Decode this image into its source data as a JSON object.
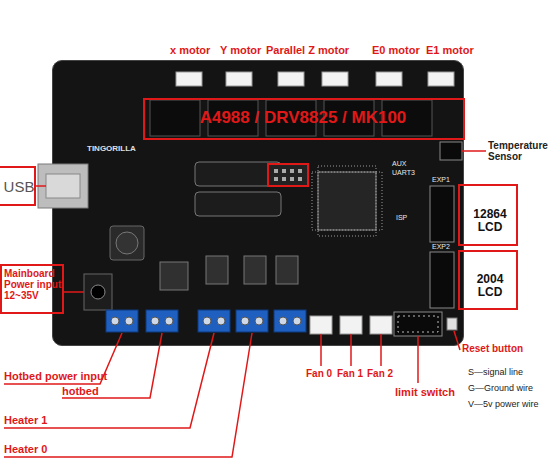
{
  "diagram": {
    "nodes": [
      {
        "text": [
          "TINGORILLA"
        ]
      },
      {
        "text": [
          "A4988 / DRV8825 / MK100"
        ],
        "in": 0
      },
      {
        "text": [
          "12864 LCD"
        ]
      },
      {
        "text": [
          "2004 LCD"
        ]
      },
      {
        "text": [
          "USB"
        ]
      },
      {
        "text": [
          "Mainboard Power input 12~35V"
        ]
      }
    ],
    "labels": [
      "x motor",
      "Y motor",
      "Parallel Z motor",
      "E0 motor",
      "E1 motor",
      "Temperature Sensor",
      "Hotbed power input",
      "hotbed",
      "Heater 1",
      "Heater 0",
      "Fan 0",
      "Fan 1",
      "Fan 2",
      "limit switch",
      "Reset button",
      "S—signal line",
      "G—Ground wire",
      "V—5v power wire",
      "AUX",
      "UART3",
      "EXP1",
      "EXP2",
      "ISP"
    ]
  }
}
